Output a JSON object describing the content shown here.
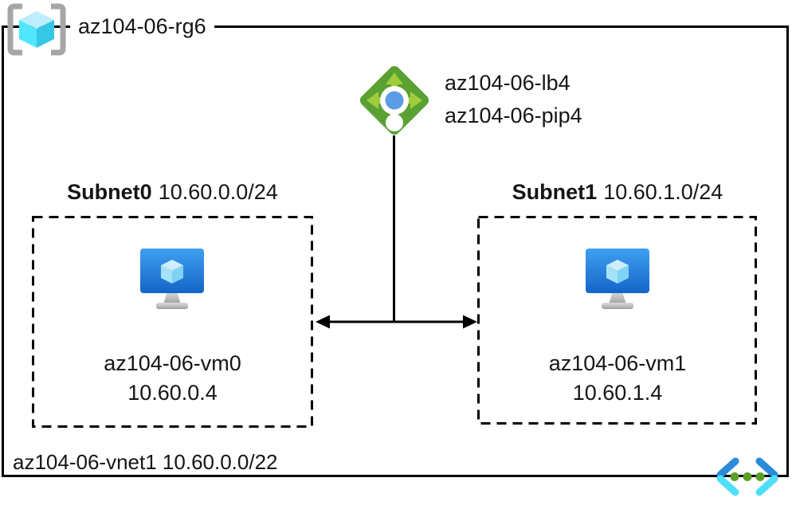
{
  "resource_group": {
    "label": "az104-06-rg6"
  },
  "load_balancer": {
    "name": "az104-06-lb4",
    "public_ip": "az104-06-pip4"
  },
  "subnets": [
    {
      "name": "Subnet0",
      "cidr": "10.60.0.0/24",
      "vm": {
        "name": "az104-06-vm0",
        "ip": "10.60.0.4"
      }
    },
    {
      "name": "Subnet1",
      "cidr": "10.60.1.0/24",
      "vm": {
        "name": "az104-06-vm1",
        "ip": "10.60.1.4"
      }
    }
  ],
  "vnet": {
    "name": "az104-06-vnet1",
    "cidr": "10.60.0.0/22"
  },
  "icons": {
    "resource_group": "brackets-cube-icon",
    "load_balancer": "green-diamond-arrows-icon",
    "virtual_machine": "blue-monitor-cube-icon",
    "virtual_network": "chevrons-dots-icon"
  },
  "colors": {
    "background": "#ffffff",
    "line": "#000000",
    "text": "#151515",
    "bracket_gray": "#a6a6a6",
    "rg_cube_top": "#bdeefb",
    "rg_cube_left": "#50e6ff",
    "rg_cube_right": "#35c8e6",
    "lb_diamond": "#5aa032",
    "lb_arrows": "#a0cd3c",
    "lb_dot": "#5c9ce6",
    "lb_white": "#ffffff",
    "vm_screen_top": "#3ea0f0",
    "vm_screen_bottom": "#1464c8",
    "vm_cube_top": "#cdeefa",
    "vm_cube_left": "#a5e2f8",
    "vm_cube_right": "#7fd2f3",
    "stand_light": "#dcdcdc",
    "stand_dark": "#a0a0a0",
    "vnet_blue": "#2b8bd9",
    "vnet_cyan": "#50dffa",
    "vnet_dot": "#5aa028"
  }
}
